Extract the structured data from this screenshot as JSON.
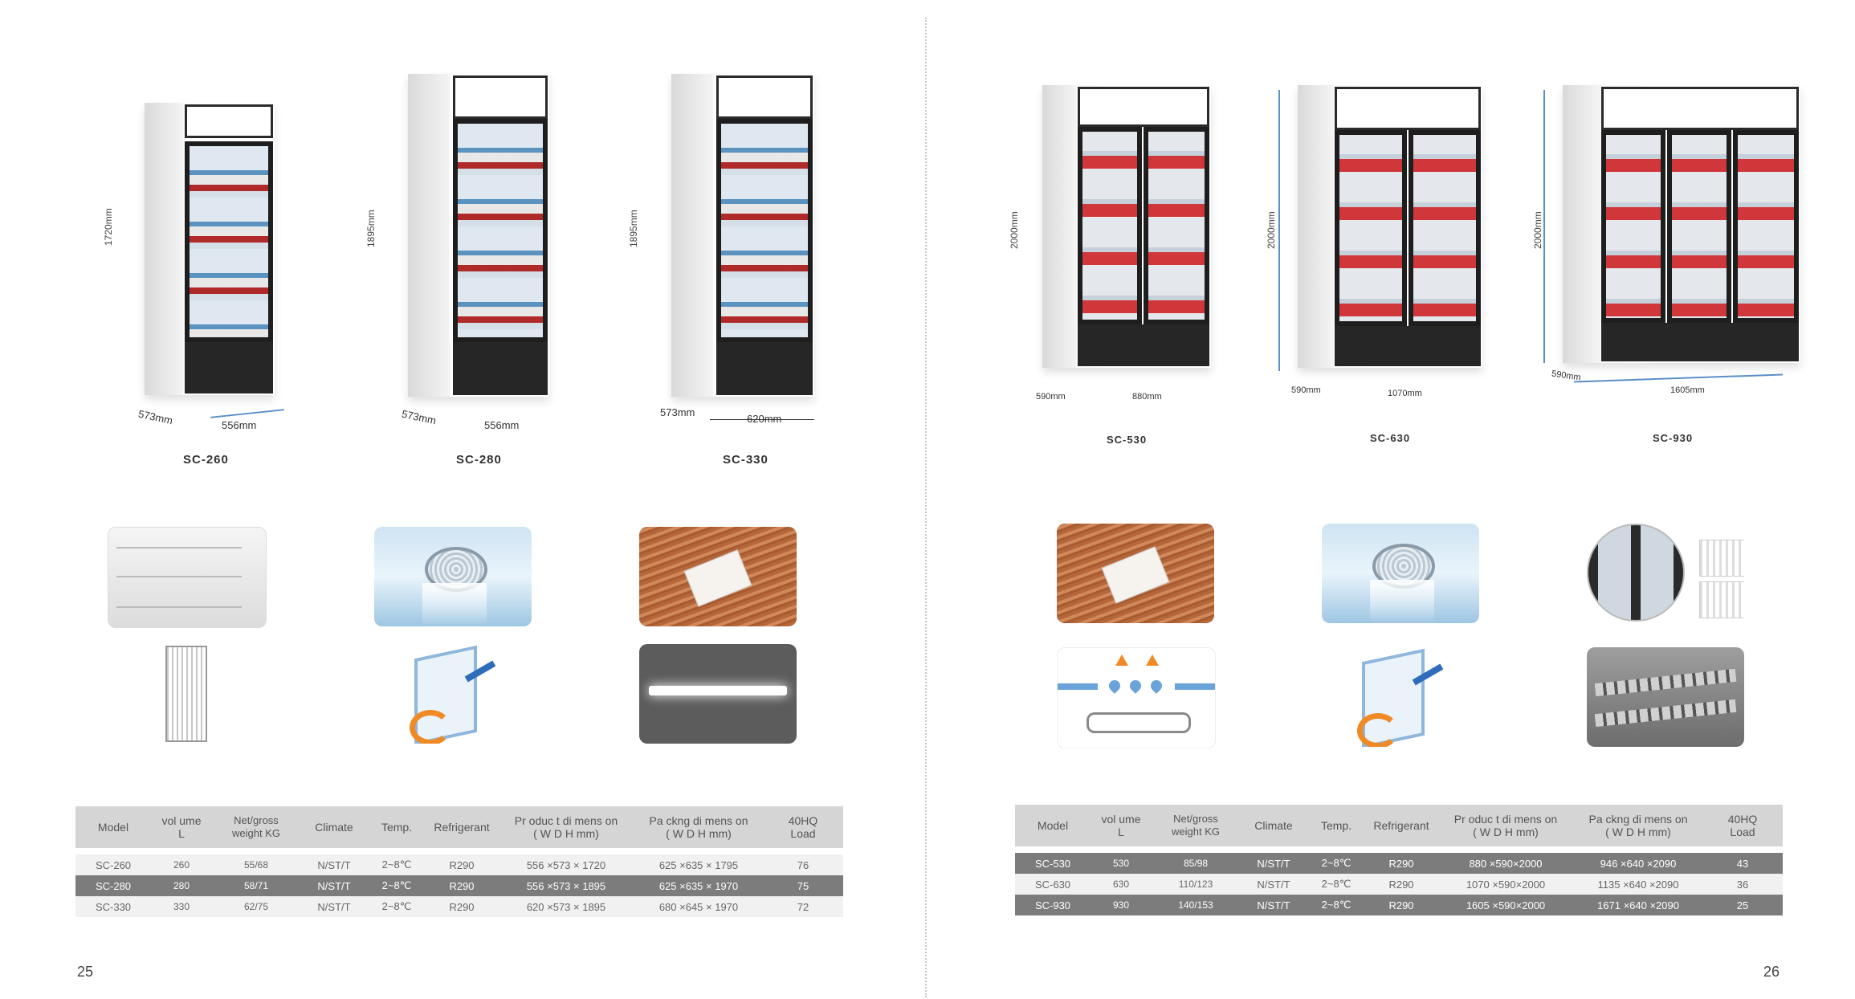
{
  "left_page": {
    "fridges": [
      {
        "model": "SC-260",
        "height": "1720mm",
        "depth": "573mm",
        "width": "556mm"
      },
      {
        "model": "SC-280",
        "height": "1895mm",
        "depth": "573mm",
        "width": "556mm"
      },
      {
        "model": "SC-330",
        "height": "1895mm",
        "depth": "573mm",
        "width": "620mm"
      }
    ],
    "feature_icons": [
      "wire-shelf-icon",
      "fan-icon",
      "copper-tube-icon",
      "evaporator-coil-icon",
      "insulated-glass-icon",
      "led-light-icon"
    ],
    "table": {
      "headers": [
        "Model",
        "vol ume\nL",
        "Net/gross\nweight KG",
        "Climate",
        "Temp.",
        "Refrigerant",
        "Pr oduc t di mens on\n( W D H mm)",
        "Pa ckng di mens on\n( W D H mm)",
        "40HQ\nLoad"
      ],
      "rows": [
        [
          "SC-260",
          "260",
          "55/68",
          "N/ST/T",
          "2~8℃",
          "R290",
          "556 ×573 × 1720",
          "625 ×635 × 1795",
          "76"
        ],
        [
          "SC-280",
          "280",
          "58/71",
          "N/ST/T",
          "2~8℃",
          "R290",
          "556 ×573 × 1895",
          "625 ×635 × 1970",
          "75"
        ],
        [
          "SC-330",
          "330",
          "62/75",
          "N/ST/T",
          "2~8℃",
          "R290",
          "620 ×573 × 1895",
          "680 ×645 × 1970",
          "72"
        ]
      ]
    },
    "page_number": "25"
  },
  "right_page": {
    "fridges": [
      {
        "model": "SC-530",
        "height": "2000mm",
        "depth": "590mm",
        "width": "880mm"
      },
      {
        "model": "SC-630",
        "height": "2000mm",
        "depth": "590mm",
        "width": "1070mm"
      },
      {
        "model": "SC-930",
        "height": "2000mm",
        "depth": "590mm",
        "width": "1605mm"
      }
    ],
    "feature_icons": [
      "copper-tube-icon",
      "fan-icon",
      "door-shelf-icon",
      "evaporation-icon",
      "insulated-glass-icon",
      "rail-icon"
    ],
    "table": {
      "headers": [
        "Model",
        "vol ume\nL",
        "Net/gross\nweight KG",
        "Climate",
        "Temp.",
        "Refrigerant",
        "Pr oduc t di mens on\n( W D H mm)",
        "Pa ckng di mens on\n( W D H mm)",
        "40HQ\nLoad"
      ],
      "rows": [
        [
          "SC-530",
          "530",
          "85/98",
          "N/ST/T",
          "2~8℃",
          "R290",
          "880 ×590×2000",
          "946 ×640 ×2090",
          "43"
        ],
        [
          "SC-630",
          "630",
          "110/123",
          "N/ST/T",
          "2~8℃",
          "R290",
          "1070 ×590×2000",
          "1135 ×640 ×2090",
          "36"
        ],
        [
          "SC-930",
          "930",
          "140/153",
          "N/ST/T",
          "2~8℃",
          "R290",
          "1605 ×590×2000",
          "1671 ×640 ×2090",
          "25"
        ]
      ]
    },
    "page_number": "26"
  }
}
